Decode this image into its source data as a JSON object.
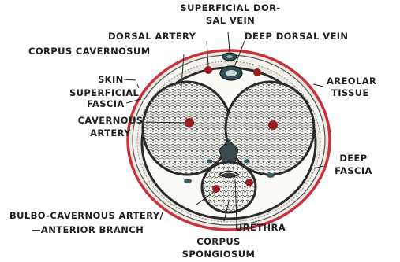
{
  "labels": {
    "superficial_dorsal_vein_l1": "SUPERFICIAL DOR-",
    "superficial_dorsal_vein_l2": "SAL VEIN",
    "dorsal_artery": "DORSAL ARTERY",
    "deep_dorsal_vein": "DEEP DORSAL VEIN",
    "corpus_cavernosum": "CORPUS CAVERNOSUM",
    "skin": "SKIN",
    "superficial_fascia_l1": "SUPERFICIAL",
    "superficial_fascia_l2": "FASCIA",
    "areolar_tissue_l1": "AREOLAR",
    "areolar_tissue_l2": "TISSUE",
    "cavernous_artery_l1": "CAVERNOUS",
    "cavernous_artery_l2": "ARTERY",
    "deep_fascia_l1": "DEEP",
    "deep_fascia_l2": "FASCIA",
    "bulbo_cavernous_l1": "BULBO-CAVERNOUS ARTERY/",
    "bulbo_cavernous_l2": "—ANTERIOR BRANCH",
    "urethra": "URETHRA",
    "corpus_spongiosum_l1": "CORPUS",
    "corpus_spongiosum_l2": "SPONGIOSUM"
  },
  "colors": {
    "skin_ring": "#c8323a",
    "tissue_fill": "#f2f2ee",
    "outline": "#2a2a2a",
    "vessel": "#9a1c20",
    "vein": "#2f4f55",
    "text": "#1f1f1f"
  }
}
